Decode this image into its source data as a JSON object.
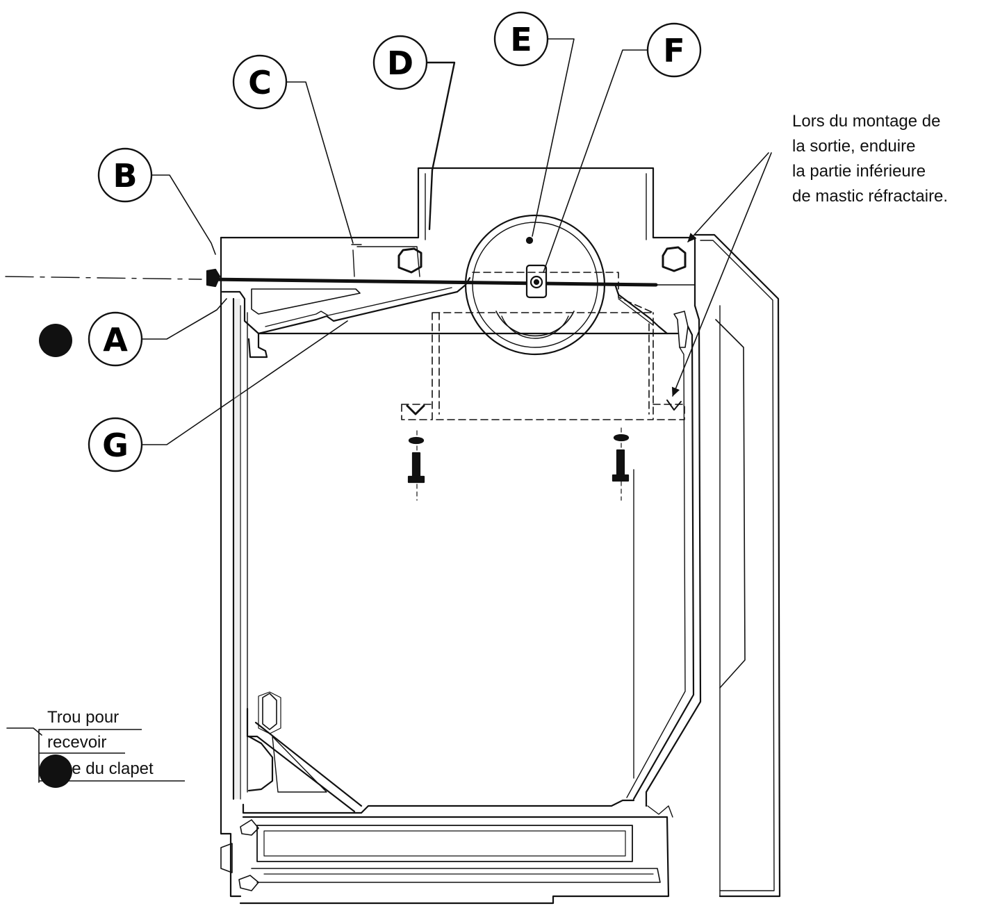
{
  "callouts": {
    "a": "A",
    "b": "B",
    "c": "C",
    "d": "D",
    "e": "E",
    "f": "F",
    "g": "G"
  },
  "note": {
    "line1": "Lors du montage de",
    "line2": "la sortie, enduire",
    "line3": "la partie inférieure",
    "line4": "de mastic réfractaire."
  },
  "hole_label": {
    "line1": "Trou pour",
    "line2": "recevoir",
    "line3": "l'axe du clapet"
  },
  "colors": {
    "ink": "#111111",
    "paper": "#ffffff",
    "hatch": "#cfcfcf"
  }
}
